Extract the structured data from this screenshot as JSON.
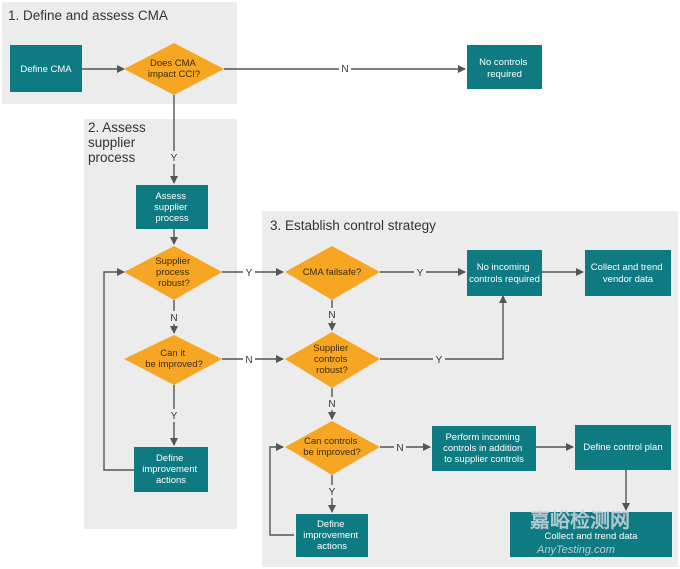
{
  "sections": {
    "s1": {
      "title": "1.  Define and assess CMA"
    },
    "s2": {
      "title": [
        "2.  Assess",
        "supplier",
        "process"
      ]
    },
    "s3": {
      "title": "3.  Establish control strategy"
    }
  },
  "nodes": {
    "define_cma": [
      "Define CMA"
    ],
    "does_cma_impact": [
      "Does CMA",
      "impact CCI?"
    ],
    "no_controls": [
      "No controls",
      "required"
    ],
    "assess_supplier": [
      "Assess",
      "supplier",
      "process"
    ],
    "supplier_robust": [
      "Supplier",
      "process",
      "robust?"
    ],
    "can_improve": [
      "Can it",
      "be improved?"
    ],
    "define_improvement_1": [
      "Define",
      "improvement",
      "actions"
    ],
    "cma_failsafe": [
      "CMA failsafe?"
    ],
    "supplier_controls": [
      "Supplier",
      "controls",
      "robust?"
    ],
    "can_controls": [
      "Can controls",
      "be improved?"
    ],
    "define_improvement_2": [
      "Define",
      "improvement",
      "actions"
    ],
    "no_incoming": [
      "No incoming",
      "controls required"
    ],
    "collect_vendor": [
      "Collect and trend",
      "vendor data"
    ],
    "perform_incoming": [
      "Perform incoming",
      "controls in addition",
      "to supplier controls"
    ],
    "define_plan": [
      "Define control plan"
    ],
    "collect_data": [
      "Collect and trend data"
    ]
  },
  "edge_labels": {
    "yes": "Y",
    "no": "N"
  },
  "watermark": {
    "cn": "嘉峪检测网",
    "en": "AnyTesting.com"
  },
  "colors": {
    "box": "#0e7a82",
    "diamond": "#f7a623",
    "panel": "#ececec",
    "edge": "#555555"
  }
}
